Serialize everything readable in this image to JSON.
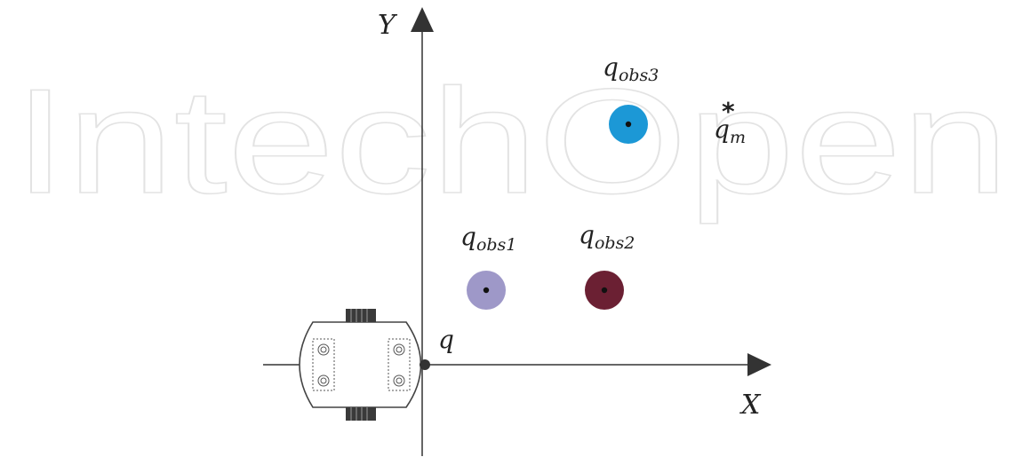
{
  "watermark": "IntechOpen",
  "axes": {
    "x_label": "X",
    "y_label": "Y"
  },
  "robot_position_label": "q",
  "obstacles": [
    {
      "id": "obs1",
      "label_base": "q",
      "label_sub": "obs1",
      "color": "#9e98c8"
    },
    {
      "id": "obs2",
      "label_base": "q",
      "label_sub": "obs2",
      "color": "#6b2033"
    },
    {
      "id": "obs3",
      "label_base": "q",
      "label_sub": "obs3",
      "color": "#1c98d6"
    }
  ],
  "goal": {
    "label_base": "q",
    "label_sub": "m",
    "marker": "*"
  },
  "colors": {
    "axis": "#333333",
    "robot_outline": "#444444"
  }
}
